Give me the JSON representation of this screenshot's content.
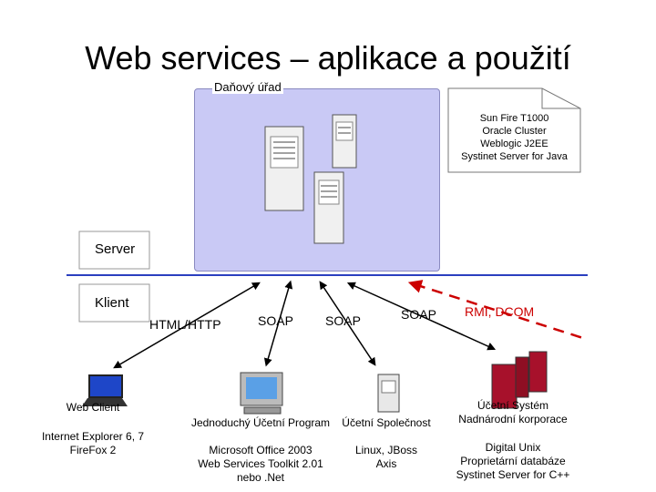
{
  "title": "Web services – aplikace a použití",
  "zone": {
    "label": "Daňový úřad",
    "fill": "#c9c9f5"
  },
  "server_note": [
    "Sun Fire T1000",
    "Oracle Cluster",
    "Weblogic J2EE",
    "Systinet Server for Java"
  ],
  "sides": {
    "server": "Server",
    "client": "Klient"
  },
  "protocols": {
    "html_http": "HTML/HTTP",
    "soap1": "SOAP",
    "soap2": "SOAP",
    "soap3": "SOAP",
    "rmi_dcom": "RMI, DCOM"
  },
  "clients": {
    "web": {
      "name": "Web Client",
      "detail": [
        "Internet Explorer 6, 7",
        "FireFox 2"
      ]
    },
    "program": {
      "name": "Jednoduchý Účetní Program",
      "detail": [
        "Microsoft Office 2003",
        "Web Services Toolkit 2.01",
        "nebo .Net"
      ]
    },
    "company": {
      "name": "Účetní Společnost",
      "detail": [
        "Linux, JBoss",
        "Axis"
      ]
    },
    "corp": {
      "name": [
        "Účetní Systém",
        "Nadnárodní korporace"
      ],
      "detail": [
        "Digital Unix",
        "Proprietární databáze",
        "Systinet Server for C++"
      ]
    }
  },
  "colors": {
    "divider": "#2a3fbf",
    "rmi": "#cc0000"
  }
}
